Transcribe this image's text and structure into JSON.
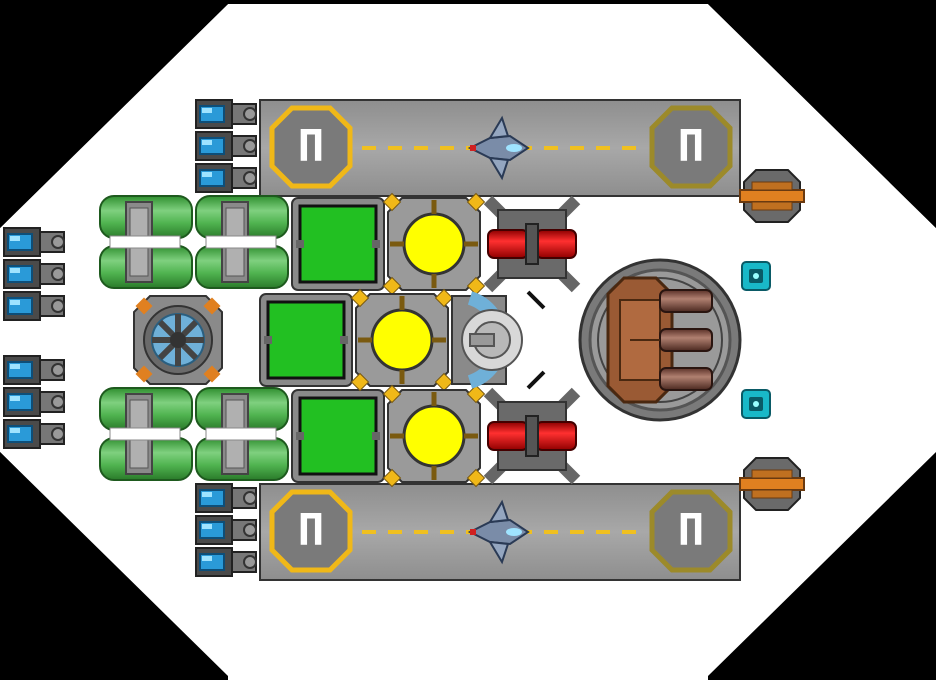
{
  "colors": {
    "background": "#000000",
    "hull": "#ffffff",
    "panel": "#808080",
    "panel_dark": "#555555",
    "runway": "#9a9a9a",
    "runway_stripe": "#f0c020",
    "pad_yellow": "#f0b818",
    "pad_olive": "#9c8a2a",
    "green_module": "#22c022",
    "green_tank": "#4fb34f",
    "reactor_core": "#ffff00",
    "red_module": "#d01818",
    "blue_light": "#2a9ad8",
    "cyan_node": "#19b8c8",
    "orange_accent": "#e08020",
    "turret_brown": "#9a5a34",
    "barrel": "#7a4a3a"
  },
  "hangars": [
    {
      "id": "top",
      "pads": [
        {
          "glyph": "Π",
          "style": "yellow"
        },
        {
          "glyph": "Π",
          "style": "olive"
        }
      ]
    },
    {
      "id": "bottom",
      "pads": [
        {
          "glyph": "Π",
          "style": "yellow"
        },
        {
          "glyph": "Π",
          "style": "olive"
        }
      ]
    }
  ],
  "modules": {
    "green_tanks": 4,
    "green_panels": 3,
    "reactors": 3,
    "red_weapons": 2,
    "cyan_nodes": 2,
    "side_guns": 2
  }
}
